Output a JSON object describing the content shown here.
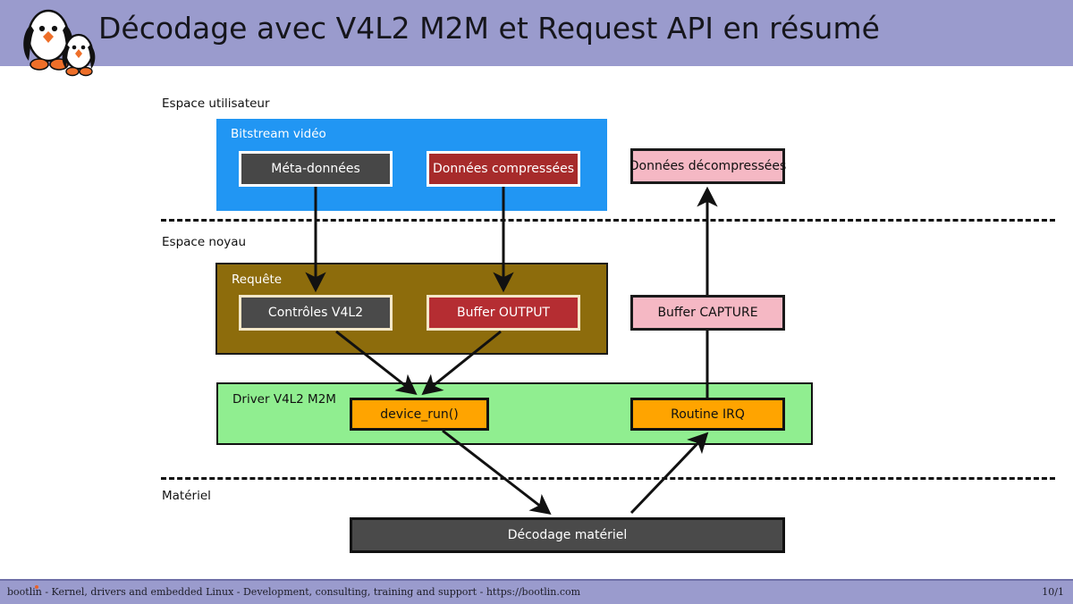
{
  "header": {
    "title": "Décodage avec V4L2 M2M et Request API en résumé",
    "logo_icon": "penguin-logo",
    "background_color": "#9a9bcd"
  },
  "zones": [
    {
      "id": "userspace",
      "label": "Espace utilisateur"
    },
    {
      "id": "kernelspace",
      "label": "Espace noyau"
    },
    {
      "id": "hardware",
      "label": "Matériel"
    }
  ],
  "groups": [
    {
      "id": "bitstream",
      "title": "Bitstream vidéo",
      "color": "#2196f3"
    },
    {
      "id": "requete",
      "title": "Requête",
      "color": "#8d6c0c"
    },
    {
      "id": "driver",
      "title": "Driver V4L2 M2M",
      "color": "#90ee90"
    }
  ],
  "nodes": {
    "meta_donnees": {
      "label": "Méta-données",
      "color": "#474747"
    },
    "donnees_compressees": {
      "label": "Données compressées",
      "color": "#a72b2b"
    },
    "donnees_decompressees": {
      "label": "Données décompressées",
      "color": "#f5b8c4"
    },
    "controles_v4l2": {
      "label": "Contrôles V4L2",
      "color": "#4a4a4a"
    },
    "buffer_output": {
      "label": "Buffer OUTPUT",
      "color": "#b52d32"
    },
    "buffer_capture": {
      "label": "Buffer CAPTURE",
      "color": "#f5b8c4"
    },
    "device_run": {
      "label": "device_run()",
      "color": "#ffa400"
    },
    "routine_irq": {
      "label": "Routine IRQ",
      "color": "#ffa400"
    },
    "decodage_materiel": {
      "label": "Décodage matériel",
      "color": "#4a4a4a"
    }
  },
  "footer": {
    "brand": "bootlin",
    "text": " - Kernel, drivers and embedded Linux - Development, consulting, training and support -  https://bootlin.com",
    "page": "10/1",
    "background_color": "#9a9bcd"
  }
}
